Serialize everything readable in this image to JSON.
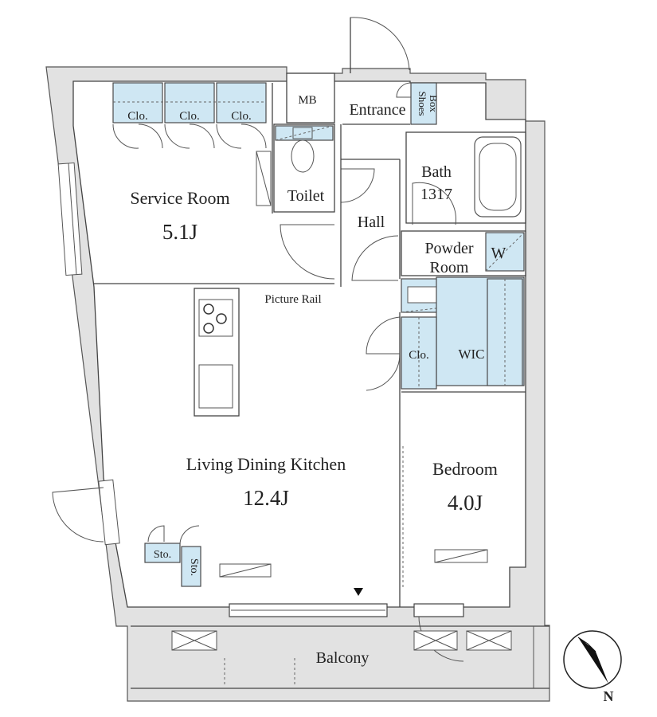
{
  "rooms": {
    "service_room": {
      "name": "Service Room",
      "size": "5.1J"
    },
    "ldk": {
      "name": "Living Dining Kitchen",
      "size": "12.4J"
    },
    "bedroom": {
      "name": "Bedroom",
      "size": "4.0J"
    },
    "toilet": "Toilet",
    "hall": "Hall",
    "entrance": "Entrance",
    "bath": {
      "name": "Bath",
      "size": "1317"
    },
    "powder_room": {
      "line1": "Powder",
      "line2": "Room"
    },
    "wic": "WIC",
    "balcony": "Balcony"
  },
  "storage": {
    "clo1": "Clo.",
    "clo2": "Clo.",
    "clo3": "Clo.",
    "clo_bed": "Clo.",
    "mb": "MB",
    "shoes": "Shoes",
    "box": "Box",
    "washer": "W",
    "sto1": "Sto.",
    "sto2": "Sto."
  },
  "annotations": {
    "picture_rail": "Picture Rail"
  },
  "compass": {
    "label": "N"
  },
  "colors": {
    "closet_fill": "#cfe7f3",
    "wall_fill": "#e2e2e2",
    "line": "#444444"
  }
}
